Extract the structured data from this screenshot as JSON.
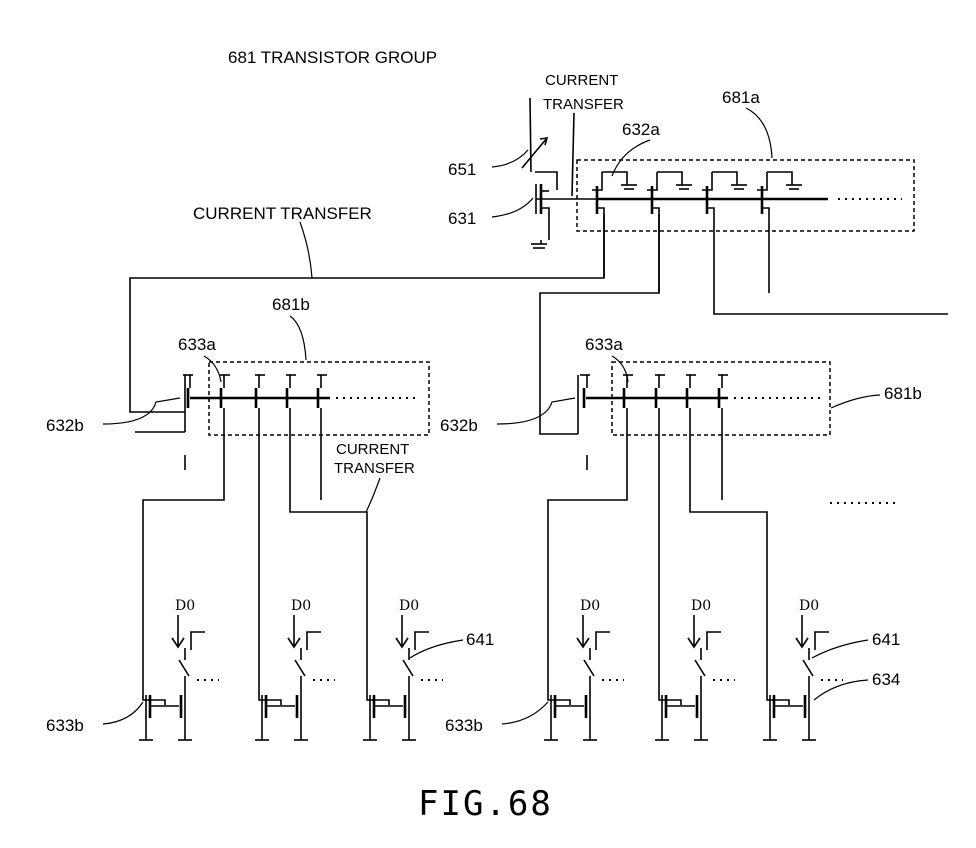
{
  "header": {
    "title": "681  TRANSISTOR GROUP"
  },
  "labels": {
    "current_transfer_top": [
      "CURRENT",
      "TRANSFER"
    ],
    "current_transfer_left": "CURRENT TRANSFER",
    "current_transfer_mid": [
      "CURRENT",
      "TRANSFER"
    ],
    "group_a": "681a",
    "group_b_left": "681b",
    "group_b_right": "681b",
    "t632a": "632a",
    "t651": "651",
    "t631": "631",
    "t633a_left": "633a",
    "t633a_right": "633a",
    "t632b_left": "632b",
    "t632b_right": "632b",
    "t641_mid": "641",
    "t641_right": "641",
    "t634": "634",
    "t633b_left": "633b",
    "t633b_right": "633b",
    "d0": "D0"
  },
  "caption": "FIG.68"
}
